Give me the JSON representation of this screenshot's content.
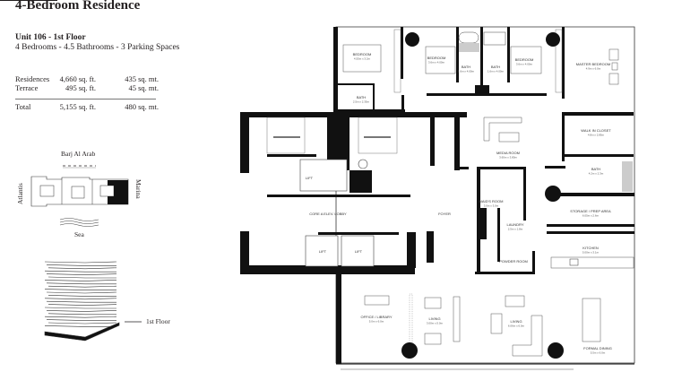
{
  "title": "4-Bedroom Residence",
  "unit": "Unit 106 - 1st Floor",
  "summary": "4 Bedrooms - 4.5 Bathrooms - 3 Parking Spaces",
  "areas": [
    {
      "label": "Residences",
      "sqft": "4,660 sq. ft.",
      "sqm": "435 sq. mt."
    },
    {
      "label": "Terrace",
      "sqft": "495 sq. ft.",
      "sqm": "45 sq. mt."
    }
  ],
  "total": {
    "label": "Total",
    "sqft": "5,155 sq. ft.",
    "sqm": "480 sq. mt."
  },
  "keyplan": {
    "north": "Barj Al Arab",
    "south": "Sea",
    "west": "Atlantis",
    "east": "Marina"
  },
  "elevation_label": "1st Floor",
  "rooms": [
    {
      "name": "BEDROOM",
      "dim": "4.55m x 3.2m"
    },
    {
      "name": "BEDROOM",
      "dim": "3.6m x 4.00m"
    },
    {
      "name": "BATH",
      "dim": "1.6m x 4.00m"
    },
    {
      "name": "BATH",
      "dim": "1.6m x 4.00m"
    },
    {
      "name": "BEDROOM",
      "dim": "3.6m x 4.00m"
    },
    {
      "name": "MASTER BEDROOM",
      "dim": "4.9m x 6.0m"
    },
    {
      "name": "BATH",
      "dim": "2.5m x 2.35m"
    },
    {
      "name": "MEDIA ROOM",
      "dim": "3.60m x 3.80m"
    },
    {
      "name": "WALK IN CLOSET",
      "dim": "4.8m x 2.85m"
    },
    {
      "name": "BATH",
      "dim": "4.2m x 2.3m"
    },
    {
      "name": "MAID'S ROOM",
      "dim": "3.0m x 3.0m"
    },
    {
      "name": "LAUNDRY",
      "dim": "2.5m x 1.8m"
    },
    {
      "name": "STORAGE / PREP AREA",
      "dim": "6.05m x 2.6m"
    },
    {
      "name": "KITCHEN",
      "dim": "5.00m x 3.1m"
    },
    {
      "name": "POWDER ROOM",
      "dim": ""
    },
    {
      "name": "FOYER",
      "dim": ""
    },
    {
      "name": "CORE A ELEV. LOBBY",
      "dim": ""
    },
    {
      "name": "LIFT",
      "dim": ""
    },
    {
      "name": "LIFT",
      "dim": ""
    },
    {
      "name": "LIFT",
      "dim": ""
    },
    {
      "name": "OFFICE / LIBRARY",
      "dim": "5.0m x 6.0m"
    },
    {
      "name": "LIVING",
      "dim": "3.00m x 5.0m"
    },
    {
      "name": "LIVING",
      "dim": "6.06m x 6.0m"
    },
    {
      "name": "FORMAL DINING",
      "dim": "5.5m x 6.0m"
    }
  ]
}
